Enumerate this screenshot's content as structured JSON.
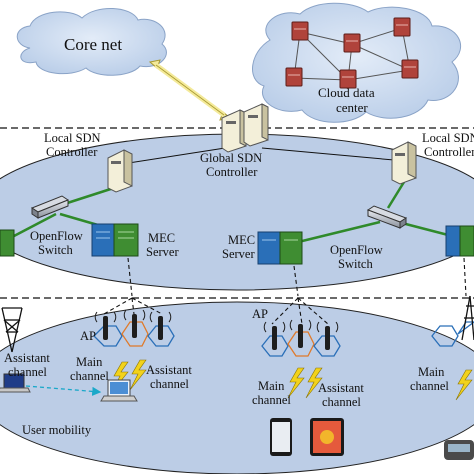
{
  "cloud": {
    "core_net": "Core net",
    "data_center_line1": "Cloud data",
    "data_center_line2": "center"
  },
  "controllers": {
    "global_line1": "Global SDN",
    "global_line2": "Controller",
    "local_left_line1": "Local SDN",
    "local_left_line2": "Controller",
    "local_right_line1": "Local SDN",
    "local_right_line2": "Controller"
  },
  "switches": {
    "left_line1": "OpenFlow",
    "left_line2": "Switch",
    "right_line1": "OpenFlow",
    "right_line2": "Switch"
  },
  "mec": {
    "left_line1": "MEC",
    "left_line2": "Server",
    "right_line1": "MEC",
    "right_line2": "Server"
  },
  "access": {
    "ap_left": "AP",
    "ap_mid": "AP",
    "assistant_left_line1": "Assistant",
    "assistant_left_line2": "channel",
    "main_left_line1": "Main",
    "main_left_line2": "channel",
    "assistant_mid_line1": "Assistant",
    "assistant_mid_line2": "channel",
    "main_mid_line1": "Main",
    "main_mid_line2": "channel",
    "assistant_mid2_line1": "Assistant",
    "assistant_mid2_line2": "channel",
    "main_right_line1": "Main",
    "main_right_line2": "channel",
    "user_mobility": "User mobility"
  },
  "colors": {
    "cloud_fill": "#c9d9ef",
    "layer_fill": "#bccde6",
    "server_red": "#b0433b",
    "mec_blue": "#2a6fb8",
    "mec_green": "#3f8d32",
    "link_green": "#2f8a2a",
    "wireless_yellow": "#f2d21b",
    "mobility_cyan": "#1aa8c9"
  }
}
